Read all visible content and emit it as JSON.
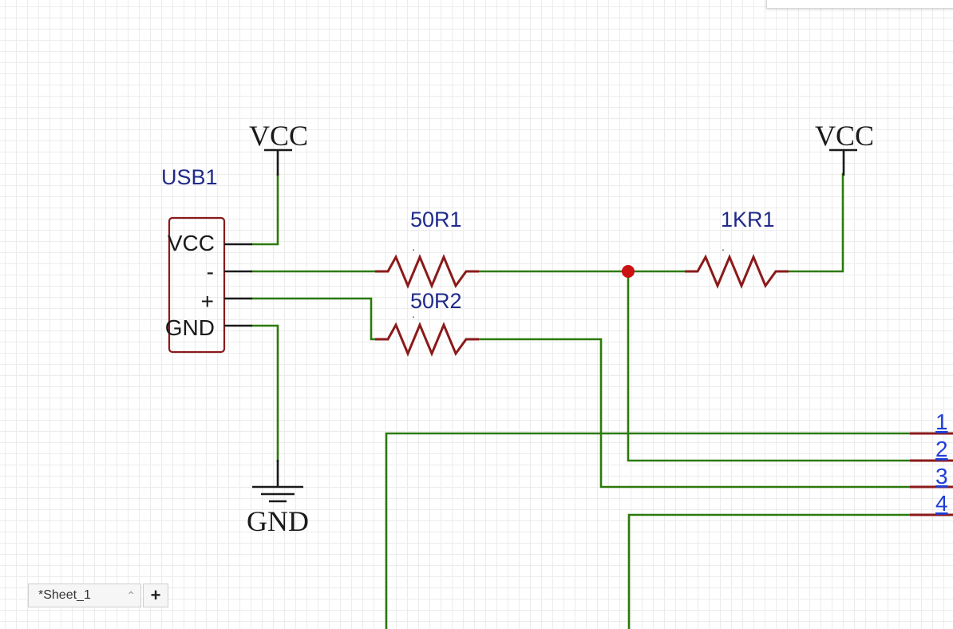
{
  "components": {
    "usb": {
      "designator": "USB1",
      "pins": [
        "VCC",
        "-",
        "+",
        "GND"
      ]
    },
    "resistors": [
      {
        "designator": "50R1",
        "marker": "."
      },
      {
        "designator": "50R2",
        "marker": "."
      },
      {
        "designator": "1KR1",
        "marker": "."
      }
    ]
  },
  "power": {
    "vcc_left": "VCC",
    "vcc_right": "VCC",
    "gnd": "GND"
  },
  "ports": [
    "1",
    "2",
    "3",
    "4"
  ],
  "colors": {
    "wire": "#2b7a0b",
    "component": "#8b1a1a",
    "designator": "#1f2a8a",
    "port_label": "#1f3fd8",
    "junction": "#cc1111"
  },
  "sheets": {
    "tabs": [
      {
        "label": "*Sheet_1",
        "icon": "chevron-up-icon"
      }
    ],
    "add_icon": "plus-icon",
    "add_label": "+"
  }
}
